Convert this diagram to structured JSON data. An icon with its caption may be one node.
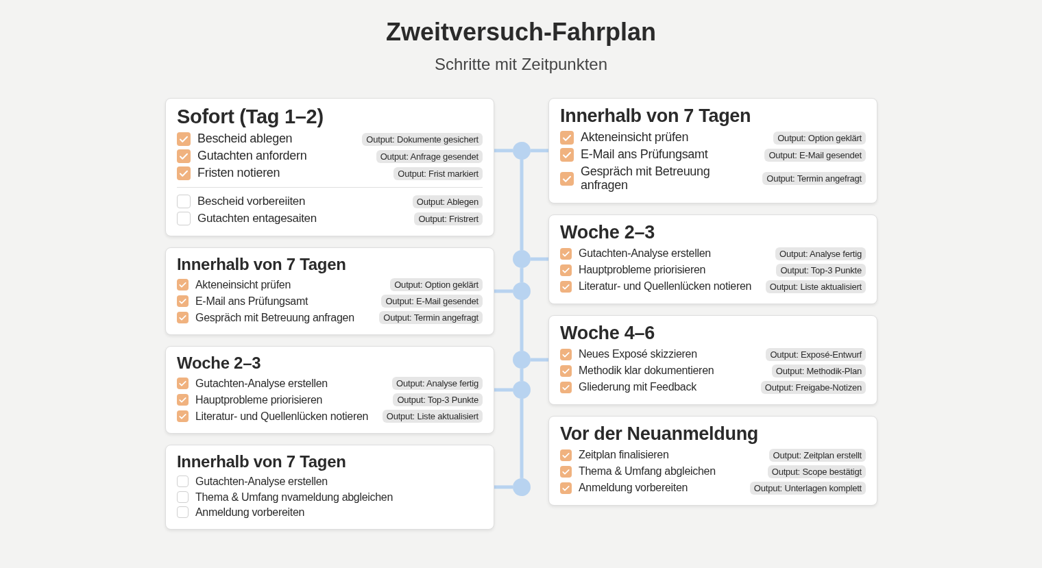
{
  "diagram": {
    "title": "Zweitversuch-Fahrplan",
    "nodes": [
      {
        "text": [
          "Sofort (Tag 1–2)",
          "Bescheid ablegen",
          "Output: Dokumente gesichert",
          "Gutachten anfordern",
          "Output: Anfrage gesendet",
          "Fristen notieren",
          "Output: Frist markiert",
          "Bescheid vorbereiiten",
          "Output: Ablegen",
          "Gutachten entagesaiten",
          "Output: Fristrert"
        ]
      },
      {
        "text": [
          "Innerhalb von 7 Tagen",
          "Akteneinsicht prüfen",
          "Output: Option geklärt",
          "E-Mail ans Prüfungsamt",
          "Output: E-Mail gesendet",
          "Gespräch mit Betreuung anfragen",
          "Output: Termin angefragt"
        ]
      },
      {
        "text": [
          "Woche 2–3",
          "Gutachten-Analyse erstellen",
          "Output: Analyse fertig",
          "Hauptprobleme priorisieren",
          "Output: Top-3 Punkte",
          "Literatur- und Quellenlücken notieren",
          "Output: Liste aktualisiert"
        ]
      },
      {
        "text": [
          "Innerhalb von 7 Tagen",
          "Gutachten-Analyse erstellen",
          "Thema & Umfang nvameldung abgleichen",
          "Anmeldung vorbereiten"
        ]
      },
      {
        "text": [
          "Innerhalb von 7 Tagen",
          "Akteneinsicht prüfen",
          "Output: Option geklärt",
          "E-Mail ans Prüfungsamt",
          "Output: E-Mail gesendet",
          "Gespräch mit Betreuung anfragen",
          "Output: Termin angefragt"
        ]
      },
      {
        "text": [
          "Woche 2–3",
          "Gutachten-Analyse erstellen",
          "Output: Analyse fertig",
          "Hauptprobleme priorisieren",
          "Output: Top-3 Punkte",
          "Literatur- und Quellenlücken notieren",
          "Output: Liste aktualisiert"
        ]
      },
      {
        "text": [
          "Woche 4–6",
          "Neues Exposé skizzieren",
          "Output: Exposé-Entwurf",
          "Methodik klar dokumentieren",
          "Output: Methodik-Plan",
          "Gliederung mit Feedback",
          "Output: Freigabe-Notizen"
        ]
      },
      {
        "text": [
          "Vor der Neuanmeldung",
          "Zeitplan finalisieren",
          "Output: Zeitplan erstellt",
          "Thema & Umfang abgleichen",
          "Output: Scope bestätigt",
          "Anmeldung vorbereiten",
          "Output: Unterlagen komplett"
        ]
      },
      {
        "text": [],
        "shape": "circle"
      },
      {
        "text": [],
        "shape": "circle"
      },
      {
        "text": [],
        "shape": "circle"
      },
      {
        "text": [],
        "shape": "circle"
      },
      {
        "text": [],
        "shape": "circle"
      },
      {
        "text": [],
        "shape": "circle"
      }
    ],
    "edges": [
      {
        "from": 8,
        "to": 9,
        "arrow": "none"
      },
      {
        "from": 9,
        "to": 10,
        "arrow": "none"
      },
      {
        "from": 10,
        "to": 11,
        "arrow": "none"
      },
      {
        "from": 11,
        "to": 12,
        "arrow": "none"
      },
      {
        "from": 12,
        "to": 13,
        "arrow": "none"
      },
      {
        "from": 0,
        "to": 8,
        "arrow": "none"
      },
      {
        "from": 8,
        "to": 4,
        "arrow": "none"
      },
      {
        "from": 9,
        "to": 5,
        "arrow": "none"
      },
      {
        "from": 1,
        "to": 10,
        "arrow": "none"
      },
      {
        "from": 11,
        "to": 6,
        "arrow": "none"
      },
      {
        "from": 2,
        "to": 12,
        "arrow": "none"
      },
      {
        "from": 3,
        "to": 13,
        "arrow": "none"
      }
    ],
    "labels": [
      "Schritte mit Zeitpunkten"
    ]
  }
}
